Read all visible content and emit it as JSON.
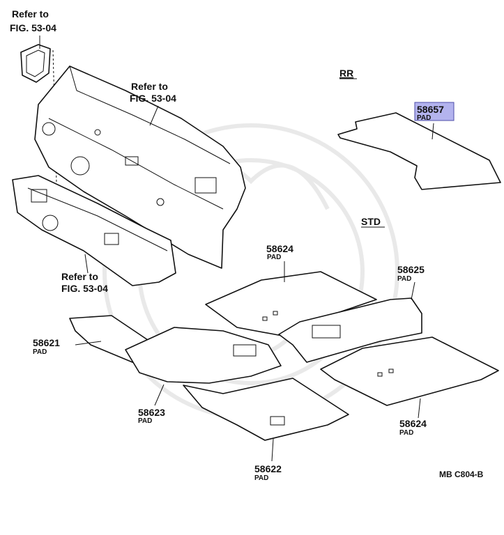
{
  "refs": [
    {
      "line1": "Refer to",
      "line2": "FIG. 53-04"
    },
    {
      "line1": "Refer to",
      "line2": "FIG. 53-04"
    },
    {
      "line1": "Refer to",
      "line2": "FIG. 53-04"
    }
  ],
  "sections": {
    "rr": "RR",
    "std": "STD"
  },
  "callouts": [
    {
      "number": "58657",
      "name": "PAD",
      "highlight": true
    },
    {
      "number": "58624",
      "name": "PAD"
    },
    {
      "number": "58625",
      "name": "PAD"
    },
    {
      "number": "58621",
      "name": "PAD"
    },
    {
      "number": "58623",
      "name": "PAD"
    },
    {
      "number": "58624",
      "name": "PAD"
    },
    {
      "number": "58622",
      "name": "PAD"
    }
  ],
  "diagram_code": "MB C804-B"
}
